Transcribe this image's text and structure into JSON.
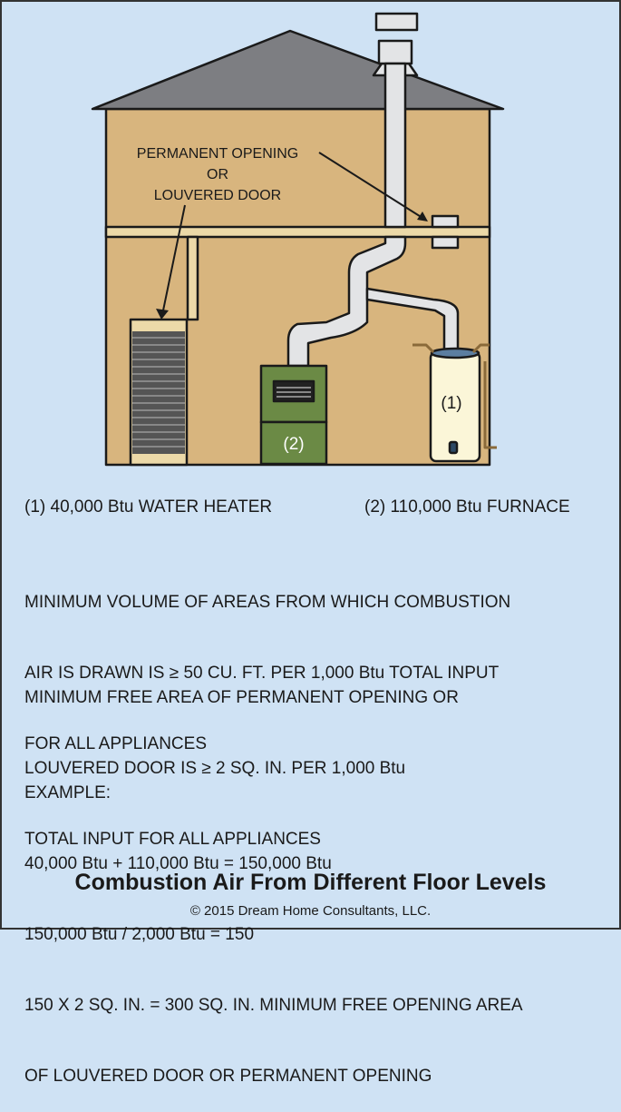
{
  "diagram": {
    "callout_opening": [
      "PERMANENT OPENING",
      "OR",
      "LOUVERED DOOR"
    ],
    "label_water_heater": "(1)",
    "label_furnace": "(2)"
  },
  "legend": {
    "item1": "(1) 40,000 Btu WATER HEATER",
    "item2": "(2) 110,000 Btu FURNACE"
  },
  "paragraphs": [
    [
      "MINIMUM VOLUME OF AREAS FROM WHICH COMBUSTION",
      "AIR IS DRAWN IS ≥ 50 CU. FT. PER 1,000 Btu TOTAL INPUT",
      "FOR ALL APPLIANCES"
    ],
    [
      "MINIMUM FREE AREA OF PERMANENT OPENING OR",
      "LOUVERED DOOR IS ≥ 2 SQ. IN. PER 1,000 Btu",
      "TOTAL INPUT FOR ALL APPLIANCES"
    ],
    [
      "EXAMPLE:",
      "40,000 Btu + 110,000 Btu = 150,000 Btu",
      "150,000 Btu / 2,000 Btu = 150",
      "150 X 2 SQ. IN. = 300 SQ. IN. MINIMUM FREE OPENING AREA",
      "OF LOUVERED DOOR OR PERMANENT OPENING"
    ]
  ],
  "title": "Combustion Air From Different Floor Levels",
  "copyright": "© 2015 Dream Home Consultants, LLC.",
  "colors": {
    "background": "#cfe2f4",
    "wall": "#d8b57e",
    "roof": "#7d7e82",
    "pipe": "#e3e4e6",
    "furnace": "#6b8a45",
    "heater": "#fbf6d8"
  }
}
